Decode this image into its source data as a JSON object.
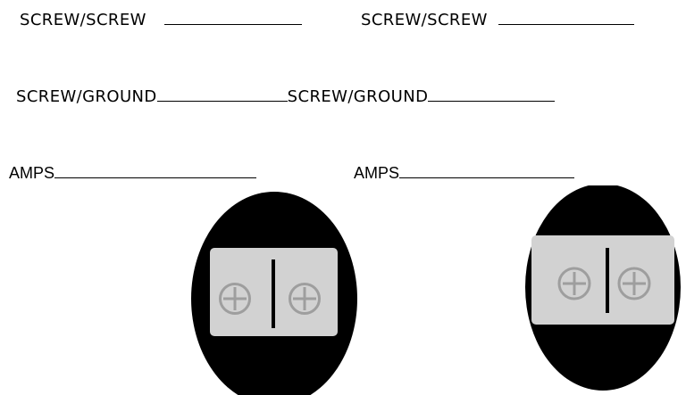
{
  "form": {
    "row1": {
      "left_label": "SCREW/SCREW",
      "right_label": "SCREW/SCREW"
    },
    "row2": {
      "left_label": "SCREW/GROUND",
      "right_label": "SCREW/GROUND"
    },
    "row3": {
      "left_label": "AMPS",
      "right_label": "AMPS"
    }
  },
  "diagram_colors": {
    "oval": "#000000",
    "plate": "#d2d2d2",
    "screw": "#9e9e9e",
    "divider": "#000000"
  },
  "diagram_icons": [
    "outlet-oval",
    "screw-terminal-icon",
    "divider-line",
    "screw-terminal-icon"
  ]
}
